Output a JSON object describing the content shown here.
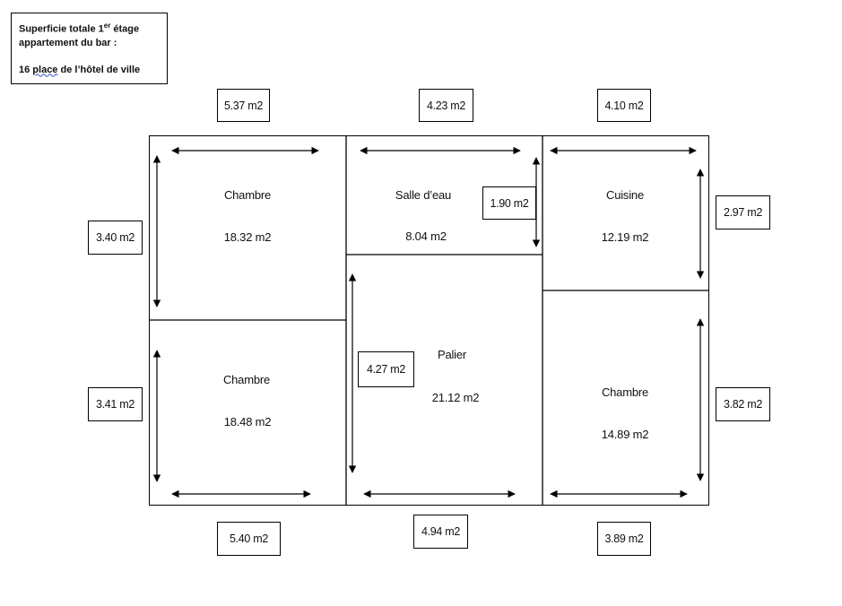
{
  "header": {
    "line1_prefix": "Superficie totale 1",
    "line1_sup": "er",
    "line1_suffix": " étage",
    "line2": "appartement  du bar :",
    "line3_prefix": "16 ",
    "line3_underlined": "place",
    "line3_suffix": " de l’hôtel de ville"
  },
  "rooms": {
    "chambre_top_left": {
      "name": "Chambre",
      "area": "18.32 m2"
    },
    "salle_deau": {
      "name": "Salle d’eau",
      "area": "8.04 m2"
    },
    "cuisine": {
      "name": "Cuisine",
      "area": "12.19 m2"
    },
    "chambre_bottom_left": {
      "name": "Chambre",
      "area": "18.48 m2"
    },
    "palier": {
      "name": "Palier",
      "area": "21.12 m2"
    },
    "chambre_bottom_right": {
      "name": "Chambre",
      "area": "14.89 m2"
    }
  },
  "dimensions": {
    "top_left": "5.37 m2",
    "top_center": "4.23 m2",
    "top_right": "4.10 m2",
    "left_top": "3.40 m2",
    "left_bottom": "3.41 m2",
    "right_top": "2.97 m2",
    "right_bottom": "3.82 m2",
    "bottom_left": "5.40 m2",
    "bottom_center": "4.94 m2",
    "bottom_right": "3.89 m2",
    "salle_inner": "1.90 m2",
    "palier_inner": "4.27 m2"
  }
}
